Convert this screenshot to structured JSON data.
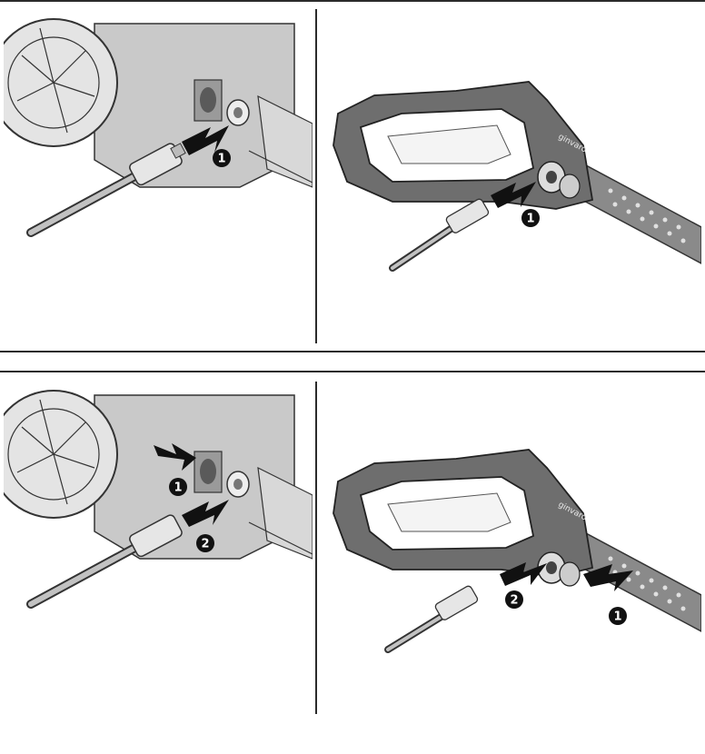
{
  "figure": {
    "panels": [
      {
        "id": "top-left",
        "step": "connect",
        "device": "pump-inlet",
        "callouts": [
          "1"
        ]
      },
      {
        "id": "top-right",
        "step": "connect",
        "device": "spray-gun",
        "callouts": [
          "1"
        ]
      },
      {
        "id": "bottom-left",
        "step": "disconnect",
        "device": "pump-inlet",
        "callouts": [
          "1",
          "2"
        ]
      },
      {
        "id": "bottom-right",
        "step": "disconnect",
        "device": "spray-gun",
        "callouts": [
          "2",
          "1"
        ]
      }
    ],
    "gun_brand_text": "ginvaro",
    "colors": {
      "machine_gray": "#c9c9c9",
      "gun_dark": "#6e6e6e",
      "arrow": "#111111",
      "border": "#2b2b2b"
    }
  }
}
